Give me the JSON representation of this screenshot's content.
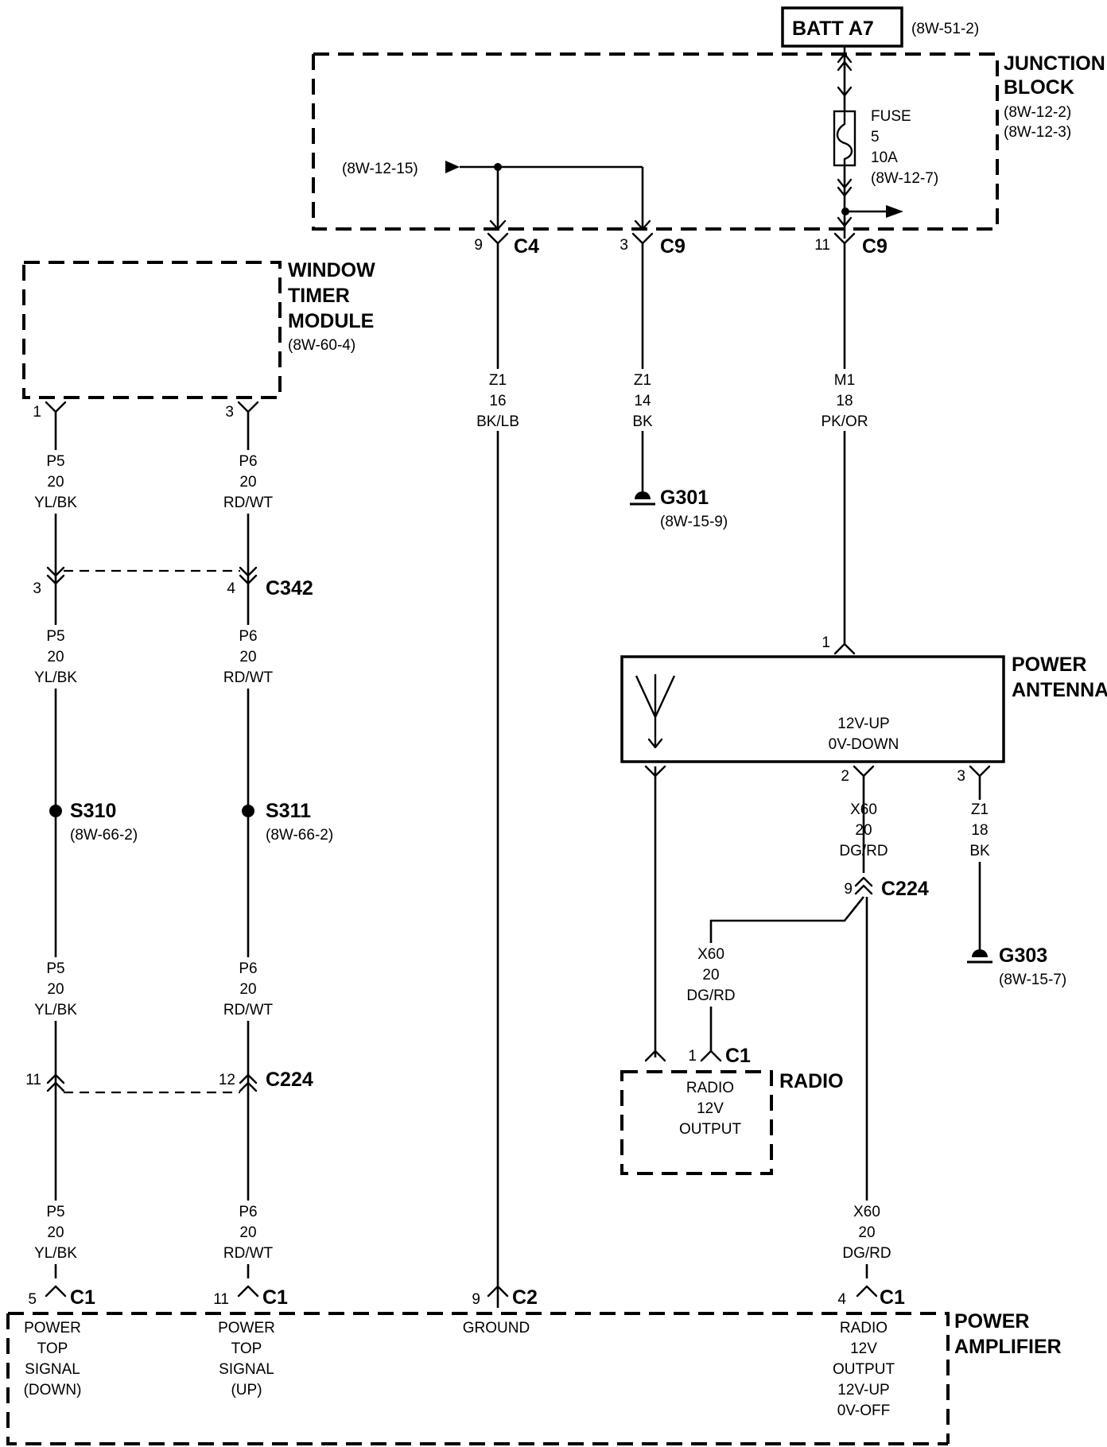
{
  "components": {
    "batt": {
      "label": "BATT A7",
      "ref": "(8W-51-2)"
    },
    "junction_block": {
      "title_1": "JUNCTION",
      "title_2": "BLOCK",
      "ref_1": "(8W-12-2)",
      "ref_2": "(8W-12-3)"
    },
    "fuse": {
      "label": "FUSE",
      "number": "5",
      "rating": "10A",
      "ref": "(8W-12-7)"
    },
    "jb_input_ref": "(8W-12-15)",
    "window_timer_module": {
      "title_1": "WINDOW",
      "title_2": "TIMER",
      "title_3": "MODULE",
      "ref": "(8W-60-4)"
    },
    "power_antenna": {
      "title_1": "POWER",
      "title_2": "ANTENNA",
      "text_1": "12V-UP",
      "text_2": "0V-DOWN"
    },
    "radio": {
      "title": "RADIO",
      "text_1": "RADIO",
      "text_2": "12V",
      "text_3": "OUTPUT"
    },
    "power_amplifier": {
      "title_1": "POWER",
      "title_2": "AMPLIFIER"
    }
  },
  "connectors": {
    "c4_jb": {
      "pin": "9",
      "name": "C4"
    },
    "c9_jb_a": {
      "pin": "3",
      "name": "C9"
    },
    "c9_jb_b": {
      "pin": "11",
      "name": "C9"
    },
    "wtm_pin1": {
      "pin": "1"
    },
    "wtm_pin3": {
      "pin": "3"
    },
    "c342_a": {
      "pin": "3"
    },
    "c342_b": {
      "pin": "4",
      "name": "C342"
    },
    "ant_pin1": {
      "pin": "1"
    },
    "ant_pin2": {
      "pin": "2"
    },
    "ant_pin3": {
      "pin": "3"
    },
    "c224_ant": {
      "pin": "9",
      "name": "C224"
    },
    "c224_a": {
      "pin": "11"
    },
    "c224_b": {
      "pin": "12",
      "name": "C224"
    },
    "radio_c1": {
      "pin": "1",
      "name": "C1"
    },
    "amp_c1_a": {
      "pin": "5",
      "name": "C1"
    },
    "amp_c1_b": {
      "pin": "11",
      "name": "C1"
    },
    "amp_c2": {
      "pin": "9",
      "name": "C2"
    },
    "amp_c1_c": {
      "pin": "4",
      "name": "C1"
    }
  },
  "wires": {
    "z1_16": {
      "circuit": "Z1",
      "gauge": "16",
      "color": "BK/LB"
    },
    "z1_14": {
      "circuit": "Z1",
      "gauge": "14",
      "color": "BK"
    },
    "m1_18": {
      "circuit": "M1",
      "gauge": "18",
      "color": "PK/OR"
    },
    "p5_a": {
      "circuit": "P5",
      "gauge": "20",
      "color": "YL/BK"
    },
    "p6_a": {
      "circuit": "P6",
      "gauge": "20",
      "color": "RD/WT"
    },
    "p5_b": {
      "circuit": "P5",
      "gauge": "20",
      "color": "YL/BK"
    },
    "p6_b": {
      "circuit": "P6",
      "gauge": "20",
      "color": "RD/WT"
    },
    "p5_c": {
      "circuit": "P5",
      "gauge": "20",
      "color": "YL/BK"
    },
    "p6_c": {
      "circuit": "P6",
      "gauge": "20",
      "color": "RD/WT"
    },
    "p5_d": {
      "circuit": "P5",
      "gauge": "20",
      "color": "YL/BK"
    },
    "p6_d": {
      "circuit": "P6",
      "gauge": "20",
      "color": "RD/WT"
    },
    "x60_a": {
      "circuit": "X60",
      "gauge": "20",
      "color": "DG/RD"
    },
    "z1_18": {
      "circuit": "Z1",
      "gauge": "18",
      "color": "BK"
    },
    "x60_b": {
      "circuit": "X60",
      "gauge": "20",
      "color": "DG/RD"
    },
    "x60_c": {
      "circuit": "X60",
      "gauge": "20",
      "color": "DG/RD"
    }
  },
  "splices": {
    "s310": {
      "name": "S310",
      "ref": "(8W-66-2)"
    },
    "s311": {
      "name": "S311",
      "ref": "(8W-66-2)"
    }
  },
  "grounds": {
    "g301": {
      "name": "G301",
      "ref": "(8W-15-9)"
    },
    "g303": {
      "name": "G303",
      "ref": "(8W-15-7)"
    }
  },
  "amp_pins": {
    "down": [
      "POWER",
      "TOP",
      "SIGNAL",
      "(DOWN)"
    ],
    "up": [
      "POWER",
      "TOP",
      "SIGNAL",
      "(UP)"
    ],
    "ground": "GROUND",
    "radio": [
      "RADIO",
      "12V",
      "OUTPUT",
      "12V-UP",
      "0V-OFF"
    ]
  }
}
